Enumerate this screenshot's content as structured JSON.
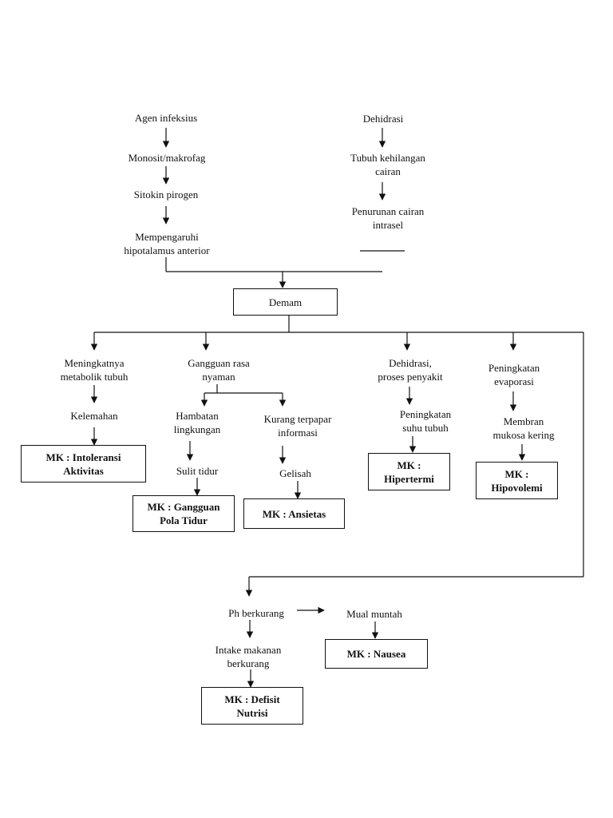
{
  "left_chain": {
    "n1": "Agen infeksius",
    "n2": "Monosit/makrofag",
    "n3": "Sitokin pirogen",
    "n4": "Mempengaruhi\nhipotalamus anterior"
  },
  "right_chain": {
    "n1": "Dehidrasi",
    "n2": "Tubuh kehilangan\ncairan",
    "n3": "Penurunan cairan\nintrasel"
  },
  "central": {
    "label": "Demam"
  },
  "branch1": {
    "head": "Meningkatnya\nmetabolik tubuh",
    "mid": "Kelemahan",
    "diagnosis": "MK : Intoleransi\nAktivitas"
  },
  "branch2": {
    "head": "Gangguan rasa\nnyaman",
    "left_head": "Hambatan\nlingkungan",
    "left_mid": "Sulit tidur",
    "left_diagnosis": "MK : Gangguan\nPola Tidur",
    "right_head": "Kurang terpapar\ninformasi",
    "right_mid": "Gelisah",
    "right_diagnosis": "MK : Ansietas"
  },
  "branch3": {
    "head": "Dehidrasi,\nproses penyakit",
    "mid": "Peningkatan\nsuhu tubuh",
    "diagnosis": "MK :\nHipertermi"
  },
  "branch4": {
    "head": "Peningkatan\nevaporasi",
    "mid": "Membran\nmukosa kering",
    "diagnosis": "MK :\nHipovolemi"
  },
  "bottom": {
    "ph": "Ph berkurang",
    "nausea_cause": "Mual muntah",
    "nausea_diagnosis": "MK : Nausea",
    "intake": "Intake makanan\nberkurang",
    "nutrition_diagnosis": "MK : Defisit\nNutrisi"
  }
}
